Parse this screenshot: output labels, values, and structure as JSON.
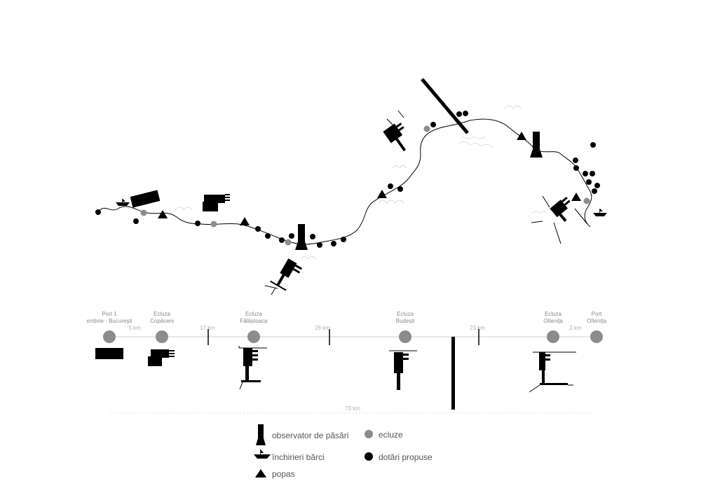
{
  "colors": {
    "ink": "#000000",
    "lock": "#8c8c8c",
    "line": "#dddddd",
    "text": "#8a8a8a"
  },
  "stations": [
    {
      "line1": "Port 1",
      "line2": "embrie - Bucureşti"
    },
    {
      "line1": "Ecluza",
      "line2": "Copăceni"
    },
    {
      "line1": "Ecluza",
      "line2": "Fălăştoaca"
    },
    {
      "line1": "Ecluza",
      "line2": "Budeşti"
    },
    {
      "line1": "Ecluza",
      "line2": "Olteniţa"
    },
    {
      "line1": "Port",
      "line2": "Olteniţa"
    }
  ],
  "segments": [
    "5 km",
    "17 km",
    "26 km",
    "23 km",
    "2 km"
  ],
  "total_distance": "73 km",
  "legend": {
    "bird_observer": "observator de păsări",
    "boat_rental": "închirieri bărci",
    "rest_stop": "popas",
    "locks": "ecluze",
    "proposed_facilities": "dotări propuse"
  }
}
